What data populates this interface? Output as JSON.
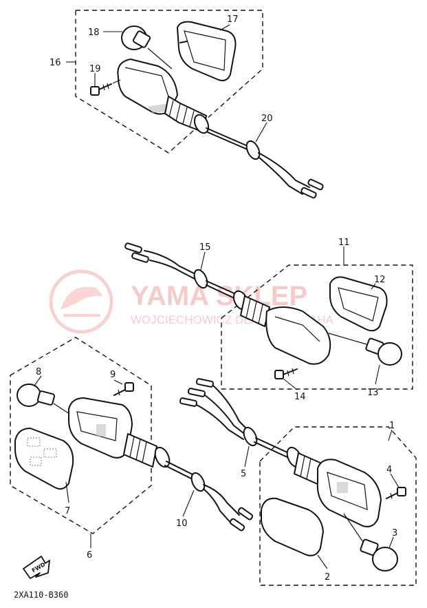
{
  "diagram": {
    "code": "2XA110-B360",
    "fwd_label": "FWD",
    "watermark": {
      "brand": "YAMA SKLEP",
      "subtitle": "WOJCIECHOWICZ DEALER YAMAHA"
    },
    "callouts": [
      {
        "id": "c1",
        "number": "1"
      },
      {
        "id": "c2",
        "number": "2"
      },
      {
        "id": "c3",
        "number": "3"
      },
      {
        "id": "c4",
        "number": "4"
      },
      {
        "id": "c5",
        "number": "5"
      },
      {
        "id": "c6",
        "number": "6"
      },
      {
        "id": "c7",
        "number": "7"
      },
      {
        "id": "c8",
        "number": "8"
      },
      {
        "id": "c9",
        "number": "9"
      },
      {
        "id": "c10",
        "number": "10"
      },
      {
        "id": "c11",
        "number": "11"
      },
      {
        "id": "c12",
        "number": "12"
      },
      {
        "id": "c13",
        "number": "13"
      },
      {
        "id": "c14",
        "number": "14"
      },
      {
        "id": "c15",
        "number": "15"
      },
      {
        "id": "c16",
        "number": "16"
      },
      {
        "id": "c17",
        "number": "17"
      },
      {
        "id": "c18",
        "number": "18"
      },
      {
        "id": "c19",
        "number": "19"
      },
      {
        "id": "c20",
        "number": "20"
      }
    ]
  }
}
